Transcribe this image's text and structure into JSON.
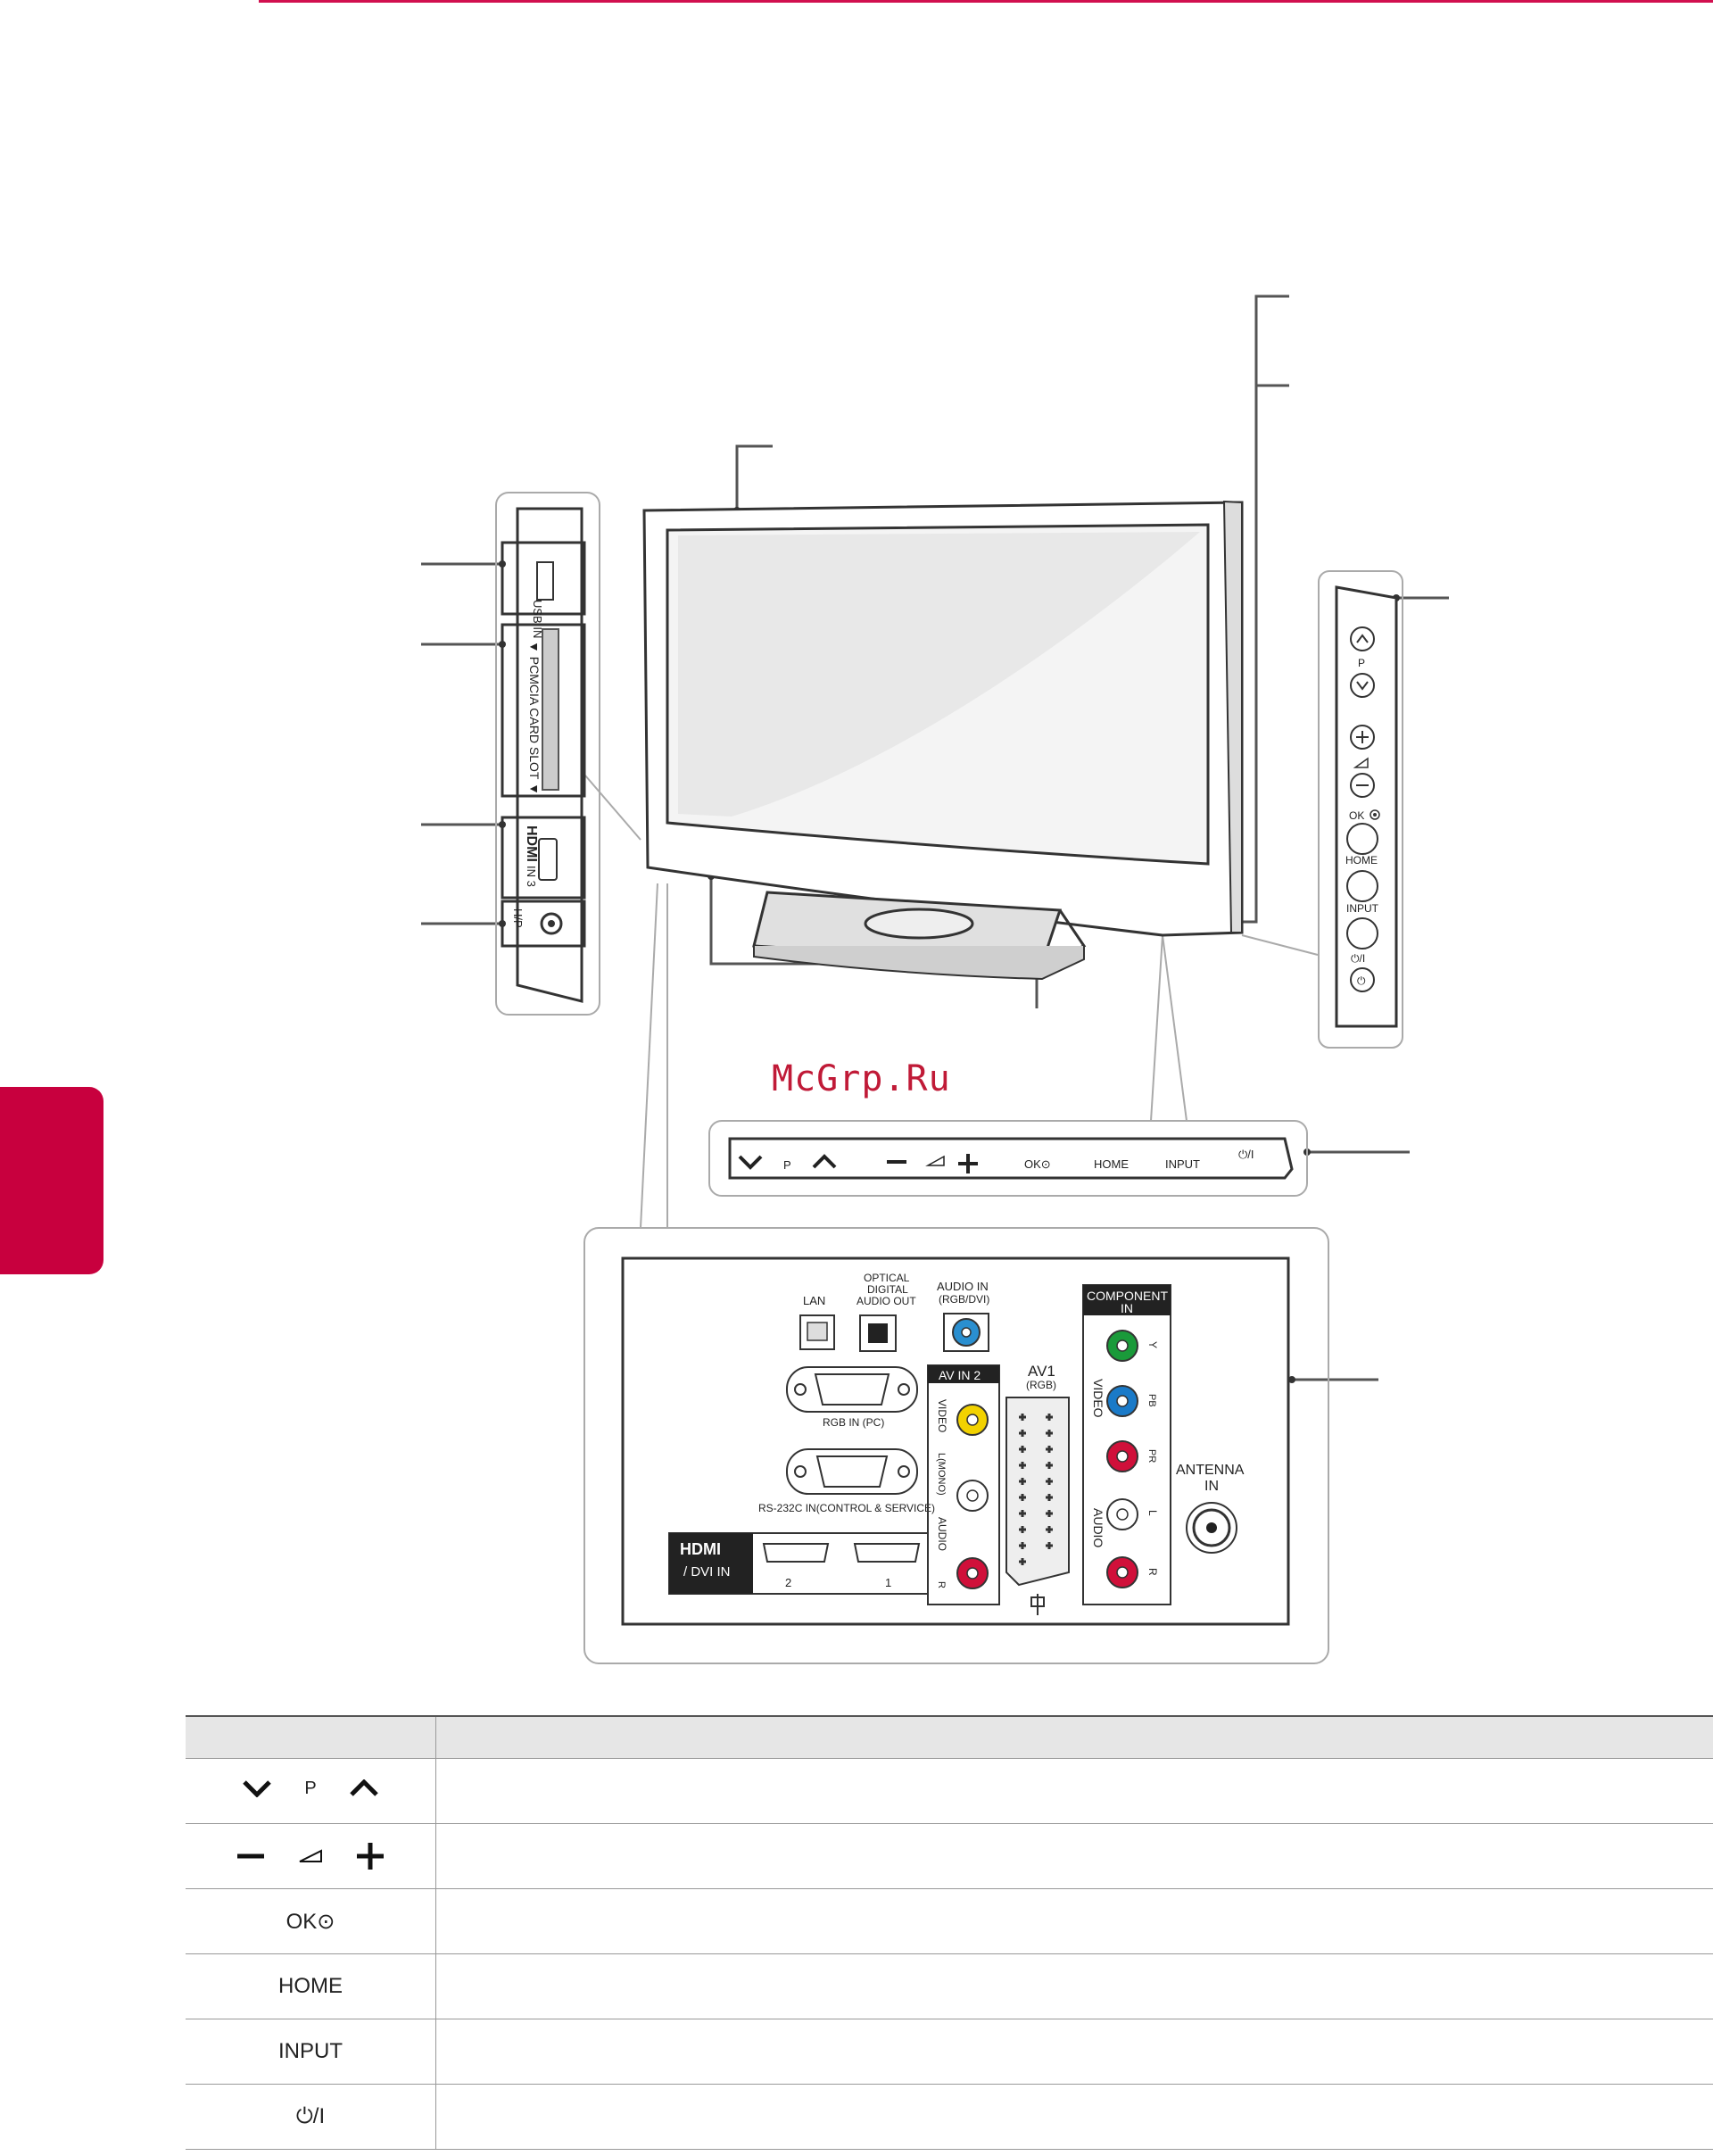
{
  "watermark": "McGrp.Ru",
  "side_panel": {
    "usb_label": "USB IN",
    "pcmcia_label": "▼ PCMCIA CARD SLOT ▼",
    "hdmi3_label": "IN 3",
    "hdmi_logo": "HDMI",
    "headphone_label": "H/P"
  },
  "side_buttons": {
    "p_label": "P",
    "ok_label": "OK",
    "home_label": "HOME",
    "input_label": "INPUT",
    "power_label": "⏻/I"
  },
  "front_strip": {
    "p_label": "P",
    "ok_label": "OK⊙",
    "home_label": "HOME",
    "input_label": "INPUT",
    "power_label": "⏻/I"
  },
  "rear_panel": {
    "lan_label": "LAN",
    "optical_label_1": "OPTICAL",
    "optical_label_2": "DIGITAL",
    "optical_label_3": "AUDIO OUT",
    "audio_in_label_1": "AUDIO IN",
    "audio_in_label_2": "(RGB/DVI)",
    "rgb_in_label": "RGB IN (PC)",
    "rs232_label": "RS-232C IN(CONTROL & SERVICE)",
    "hdmi_dvi_logo": "HDMI",
    "hdmi_dvi_label": "/ DVI IN",
    "hdmi_port_2": "2",
    "hdmi_port_1": "1",
    "av_in2_label": "AV IN 2",
    "av_video_label": "VIDEO",
    "av_mono_label": "L(MONO)",
    "av_audio_label": "AUDIO",
    "av_r_label": "R",
    "av1_label": "AV1",
    "av1_sub_label": "(RGB)",
    "component_label_1": "COMPONENT",
    "component_label_2": "IN",
    "comp_video_label": "VIDEO",
    "comp_audio_label": "AUDIO",
    "comp_y": "Y",
    "comp_pb": "PB",
    "comp_pr": "PR",
    "comp_l": "L",
    "comp_r": "R",
    "antenna_label_1": "ANTENNA",
    "antenna_label_2": "IN"
  },
  "table": {
    "header_col1": "",
    "header_col2": "",
    "rows": [
      {
        "symbol_text": "P",
        "description": ""
      },
      {
        "symbol_text": "",
        "description": ""
      },
      {
        "symbol_text": "OK⊙",
        "description": ""
      },
      {
        "symbol_text": "HOME",
        "description": ""
      },
      {
        "symbol_text": "INPUT",
        "description": ""
      },
      {
        "symbol_text": "⏻/I",
        "description": ""
      }
    ]
  },
  "colors": {
    "accent": "#c8003e",
    "rule": "#d1104f",
    "jack_yellow": "#f2d200",
    "jack_red": "#d0103a",
    "jack_green": "#1a9a3a",
    "jack_blue": "#1a7ac8",
    "audio_in_blue": "#2a8fd0"
  }
}
